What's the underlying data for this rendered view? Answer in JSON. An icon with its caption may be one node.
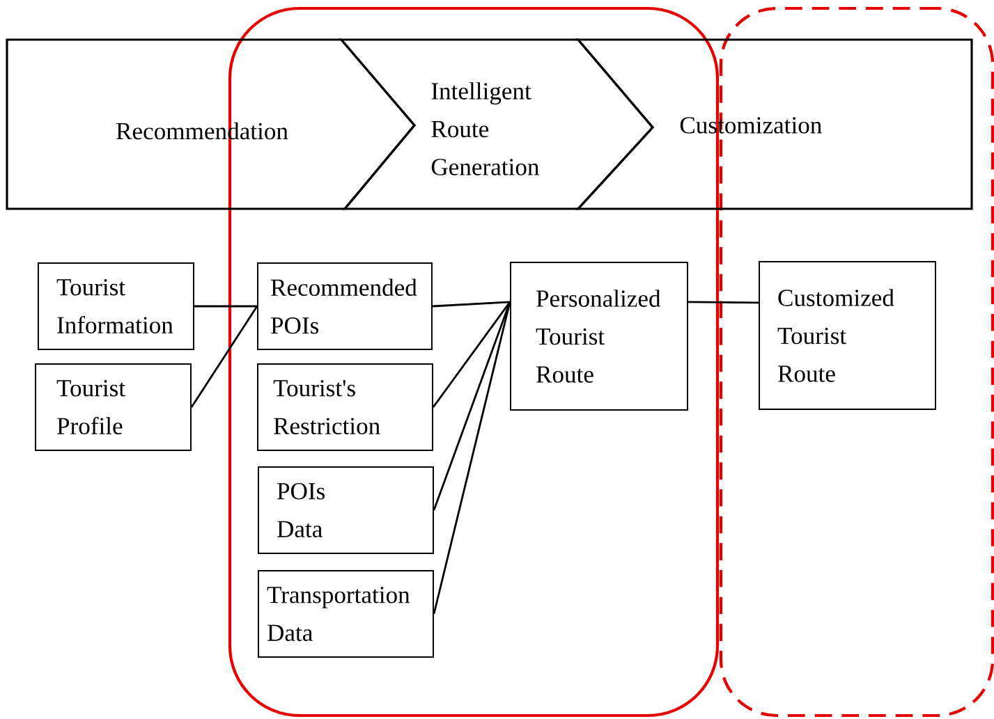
{
  "diagram": {
    "nodes": [
      {
        "text": [],
        "shape": "box"
      },
      {
        "text": [],
        "shape": "box"
      },
      {
        "text": [
          "Recommendation"
        ]
      },
      {
        "text": [
          "Intelligent Route Generation"
        ],
        "in": 0
      },
      {
        "text": [
          "Customization"
        ]
      },
      {
        "text": [
          "Tourist Information"
        ]
      },
      {
        "text": [
          "Tourist Profile"
        ]
      },
      {
        "text": [
          "Recommended POIs"
        ],
        "in": 0
      },
      {
        "text": [
          "Tourist's Restriction"
        ],
        "in": 0
      },
      {
        "text": [
          "POIs Data"
        ],
        "in": 0
      },
      {
        "text": [
          "Transportation Data"
        ],
        "in": 0
      },
      {
        "text": [
          "Personalized Tourist Route"
        ],
        "in": 0
      },
      {
        "text": [
          "Customized Tourist Route"
        ],
        "in": 1
      }
    ],
    "edges": [
      {
        "from": 5,
        "to": 7,
        "arrow": "none"
      },
      {
        "from": 6,
        "to": 7,
        "arrow": "none"
      },
      {
        "from": 7,
        "to": 11,
        "arrow": "none"
      },
      {
        "from": 8,
        "to": 11,
        "arrow": "none"
      },
      {
        "from": 9,
        "to": 11,
        "arrow": "none"
      },
      {
        "from": 10,
        "to": 11,
        "arrow": "none"
      },
      {
        "from": 11,
        "to": 12,
        "arrow": "none"
      }
    ]
  }
}
